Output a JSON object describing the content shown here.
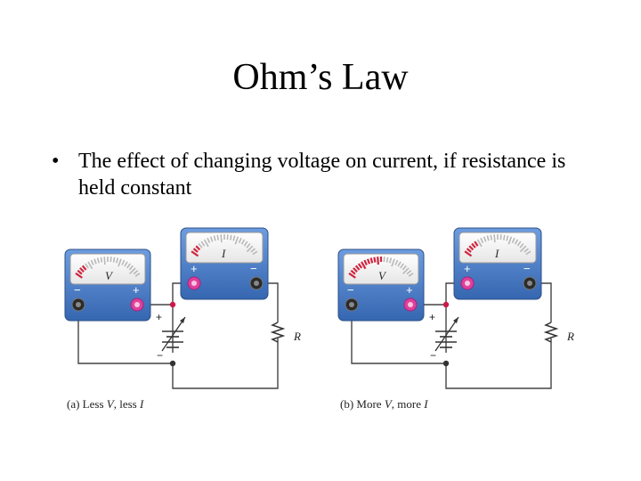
{
  "slide": {
    "title": "Ohm’s Law",
    "bullet_symbol": "•",
    "bullet_text": "The effect of changing voltage on current, if resistance is held constant"
  },
  "circuits": [
    {
      "voltmeter_symbol": "V",
      "ammeter_symbol": "I",
      "resistor_label": "R",
      "caption_prefix": "(a)  Less ",
      "caption_v": "V",
      "caption_mid": ", less ",
      "caption_i": "I",
      "voltmeter_deflection": 0.15,
      "ammeter_deflection": 0.12
    },
    {
      "voltmeter_symbol": "V",
      "ammeter_symbol": "I",
      "resistor_label": "R",
      "caption_prefix": "(b)  More ",
      "caption_v": "V",
      "caption_mid": ", more ",
      "caption_i": "I",
      "voltmeter_deflection": 0.5,
      "ammeter_deflection": 0.22
    }
  ],
  "colors": {
    "meter_blue": "#4a7fc8",
    "scale_red": "#d0253f",
    "terminal_pink": "#e0409a",
    "wire": "#444444"
  }
}
